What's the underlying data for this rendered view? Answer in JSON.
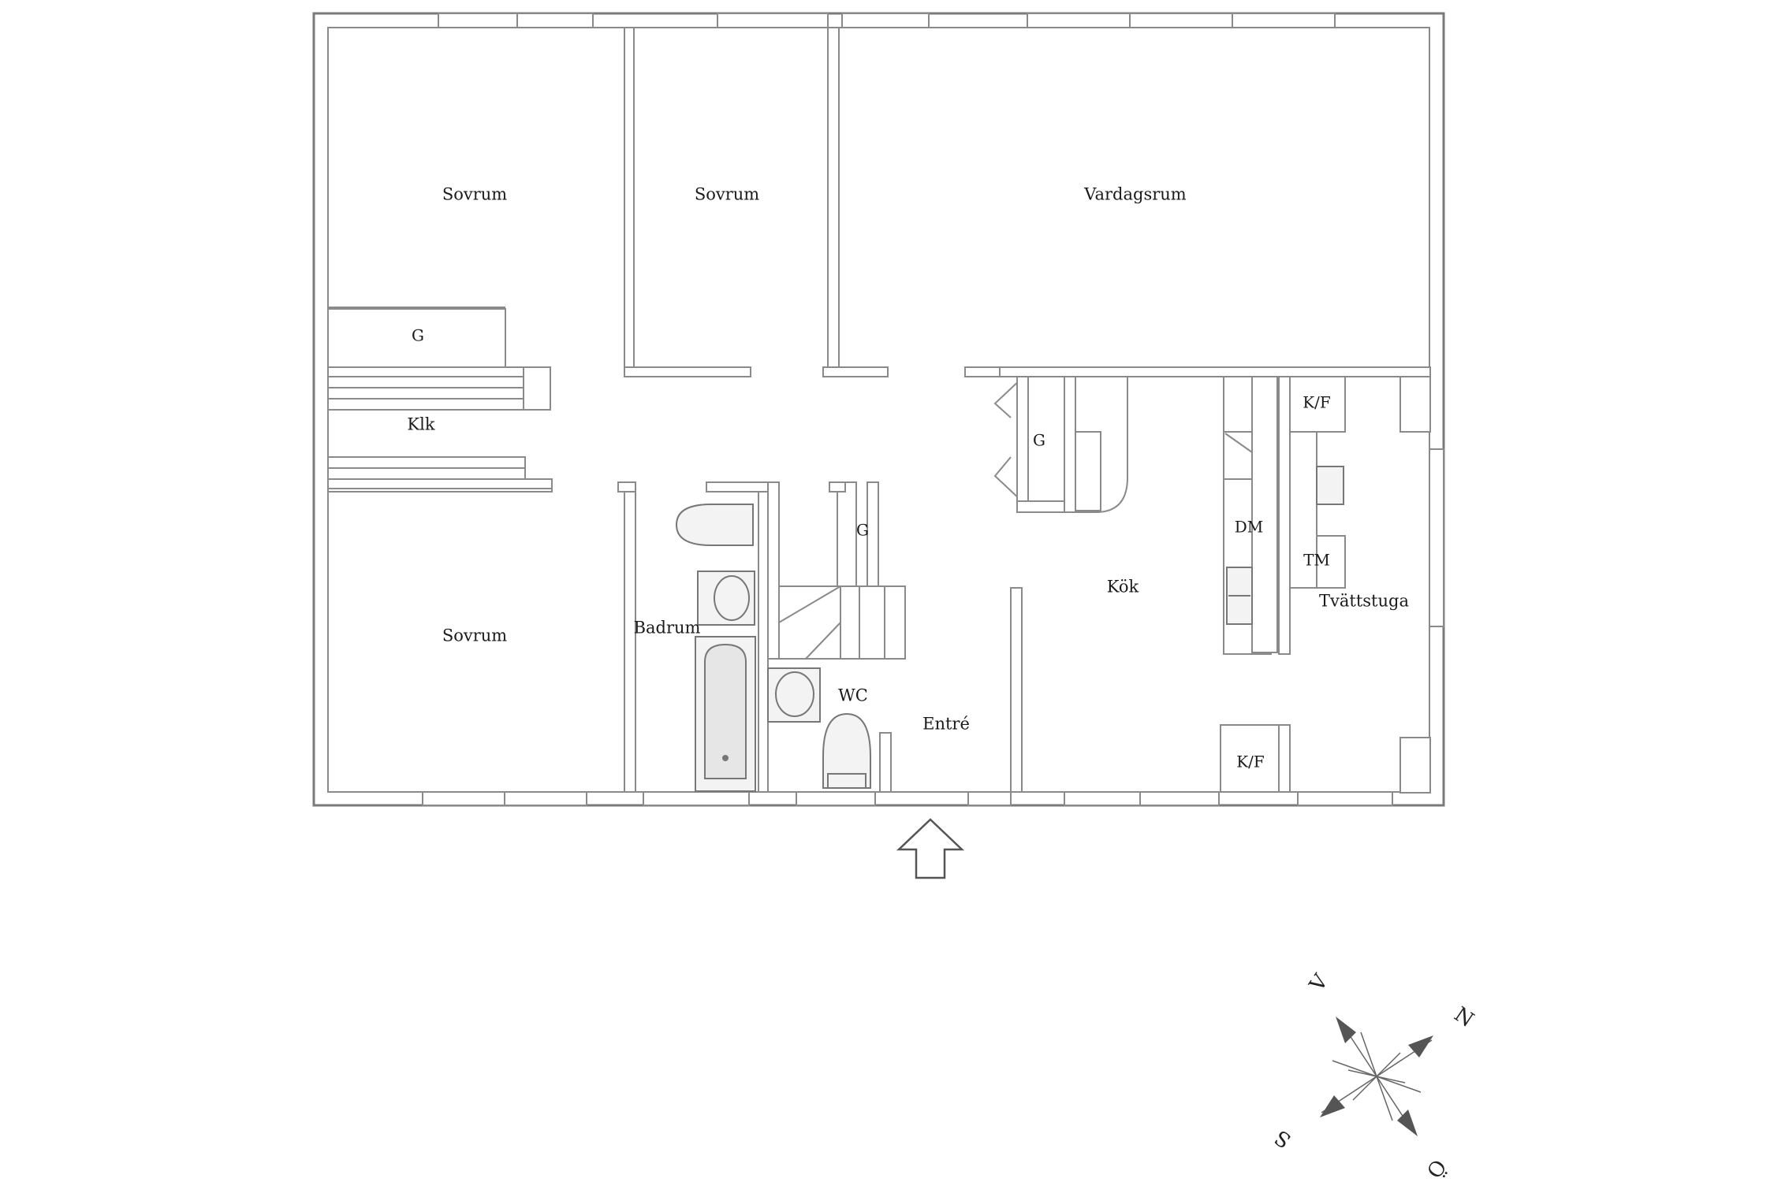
{
  "rooms": {
    "sovrum_1": "Sovrum",
    "sovrum_2": "Sovrum",
    "sovrum_3": "Sovrum",
    "vardagsrum": "Vardagsrum",
    "garderob_1": "G",
    "garderob_2": "G",
    "garderob_3": "G",
    "klk": "Klk",
    "badrum": "Badrum",
    "wc": "WC",
    "entre": "Entré",
    "kok": "Kök",
    "dm": "DM",
    "tm": "TM",
    "kf_1": "K/F",
    "kf_2": "K/F",
    "tvattstuga": "Tvättstuga"
  },
  "compass": {
    "north": "N",
    "south": "S",
    "west": "V",
    "east": "Ö"
  },
  "colors": {
    "wall_stroke": "#8a8a8a",
    "text": "#1a1a1a",
    "compass_arrow": "#555555"
  }
}
